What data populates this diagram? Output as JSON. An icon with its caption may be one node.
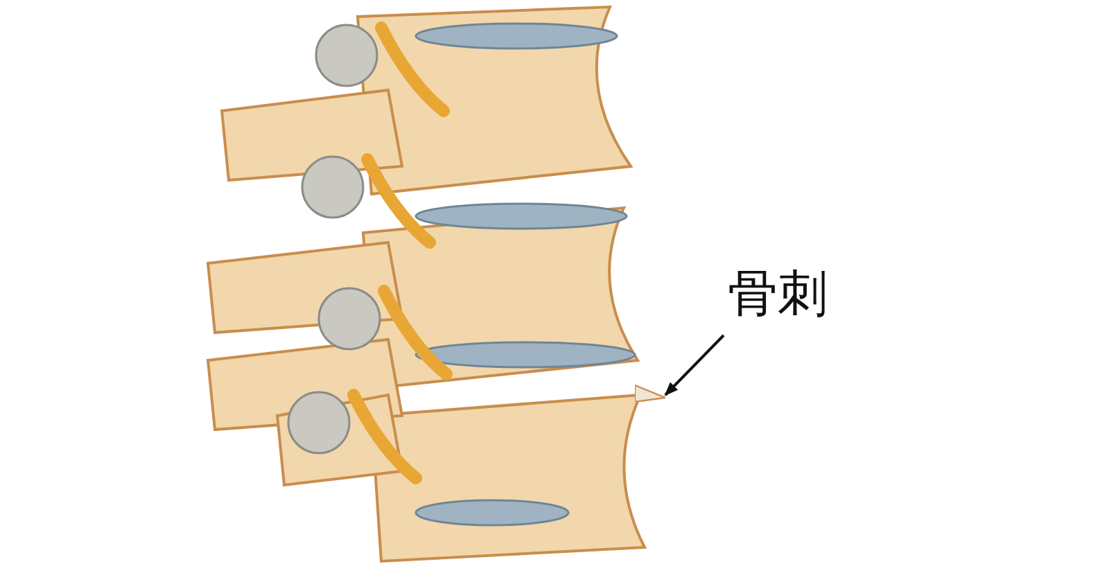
{
  "diagram": {
    "nodes": [
      {
        "text": [
          "骨刺"
        ]
      },
      {
        "text": [],
        "shape": "picture"
      }
    ],
    "edges": [
      {
        "from": 0,
        "to": 1,
        "arrow": "to"
      }
    ]
  }
}
